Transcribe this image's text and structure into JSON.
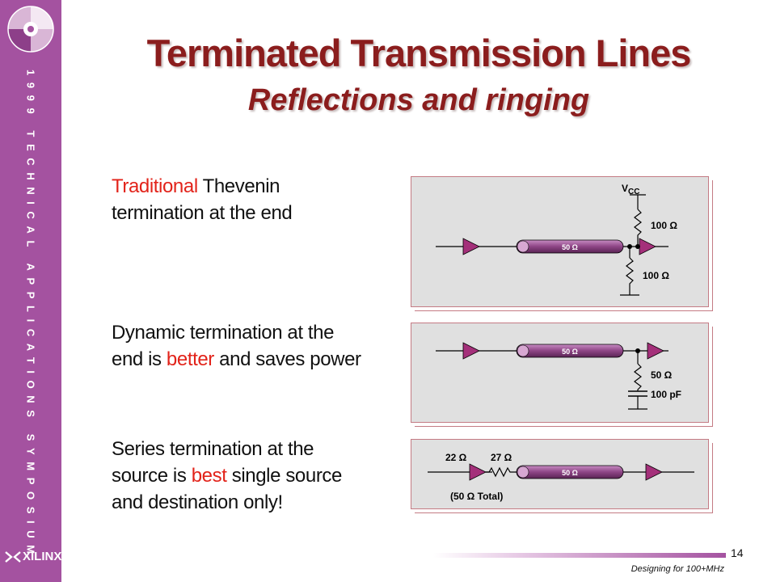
{
  "sidebar": {
    "vertical_text": "1999 TECHNICAL APPLICATIONS SYMPOSIUM",
    "logo_text": "XILINX",
    "logo_mark": "®"
  },
  "slide": {
    "title": "Terminated Transmission Lines",
    "subtitle": "Reflections and ringing",
    "page_number": "14",
    "footer": "Designing for 100+MHz"
  },
  "sections": [
    {
      "line1_highlight": "Traditional",
      "line1_rest": " Thevenin",
      "line2": "termination at the end"
    },
    {
      "line1": "Dynamic termination at the",
      "line2_pre": "end is ",
      "line2_highlight": "better",
      "line2_post": " and saves power"
    },
    {
      "line1": "Series termination at the",
      "line2_pre": "source is ",
      "line2_highlight": "best",
      "line2_post": " single source",
      "line3": "and destination only!"
    }
  ],
  "diagrams": {
    "thevenin": {
      "vcc_v": "V",
      "vcc_sub": "CC",
      "line_label": "50 Ω",
      "r_top": "100 Ω",
      "r_bottom": "100 Ω"
    },
    "dynamic": {
      "line_label": "50 Ω",
      "resistor": "50 Ω",
      "capacitor": "100 pF"
    },
    "series": {
      "r1": "22 Ω",
      "r2": "27 Ω",
      "line_label": "50 Ω",
      "total": "(50 Ω Total)"
    }
  },
  "colors": {
    "sidebar": "#a452a0",
    "title": "#8b1d1d",
    "highlight": "#e2231a",
    "line_dark": "#6b2f63",
    "line_light": "#c88cc4",
    "buffer": "#a4307a"
  }
}
